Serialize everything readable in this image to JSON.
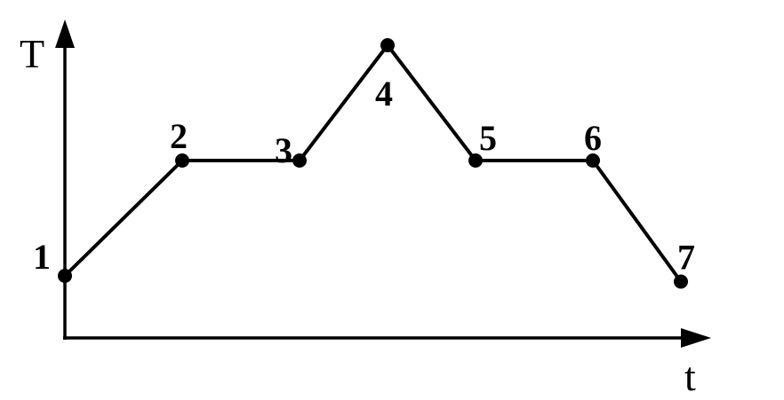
{
  "chart_data": {
    "type": "line",
    "xlabel": "t",
    "ylabel": "T",
    "grid": false,
    "points": [
      {
        "label": "1",
        "x": 0,
        "y": 1.0
      },
      {
        "label": "2",
        "x": 2,
        "y": 2.0
      },
      {
        "label": "3",
        "x": 4,
        "y": 2.0
      },
      {
        "label": "4",
        "x": 5.5,
        "y": 3.0
      },
      {
        "label": "5",
        "x": 7,
        "y": 2.0
      },
      {
        "label": "6",
        "x": 9,
        "y": 2.0
      },
      {
        "label": "7",
        "x": 10.5,
        "y": 0.95
      }
    ],
    "colors": {
      "line": "#000000",
      "marker": "#000000"
    }
  }
}
